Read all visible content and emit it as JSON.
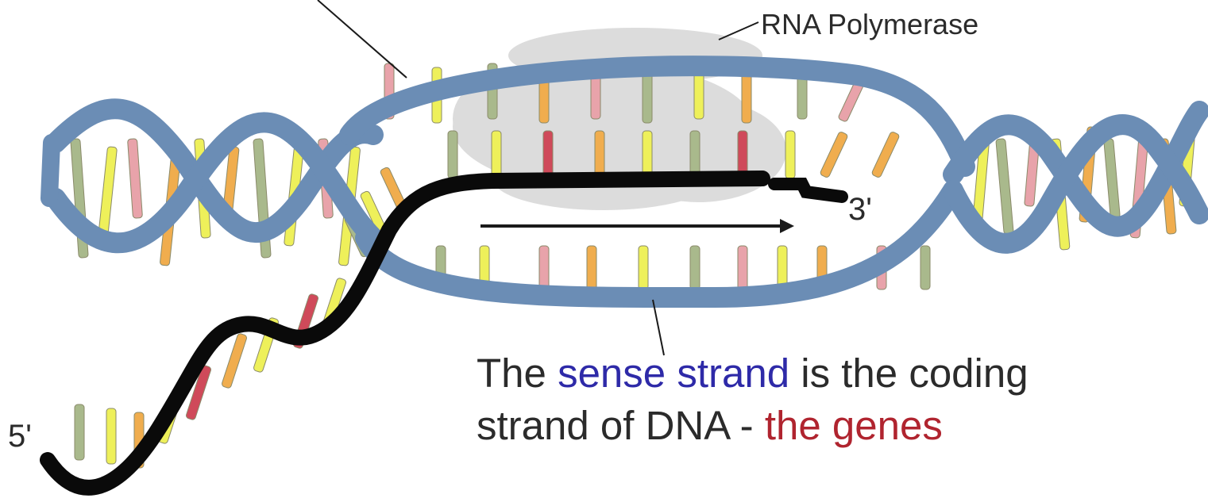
{
  "labels": {
    "enzyme": "RNA Polymerase",
    "end_3": "3'",
    "end_5": "5'"
  },
  "caption": {
    "line1_prefix": "The ",
    "line1_highlight": "sense strand",
    "line1_suffix": " is the coding",
    "line2_prefix": "strand of DNA - ",
    "line2_highlight": "the genes"
  },
  "colors": {
    "dna_backbone": "#6b8db5",
    "rna_strand": "#0a0a0a",
    "polymerase_cloud": "#d3d3d3",
    "sense_strand_text": "#2e2aa8",
    "genes_text": "#b0242f",
    "base_yellow": "#eef05a",
    "base_green": "#a9b98c",
    "base_pink": "#e8a3aa",
    "base_orange": "#f0ad4e",
    "base_red": "#cf4a5a"
  }
}
